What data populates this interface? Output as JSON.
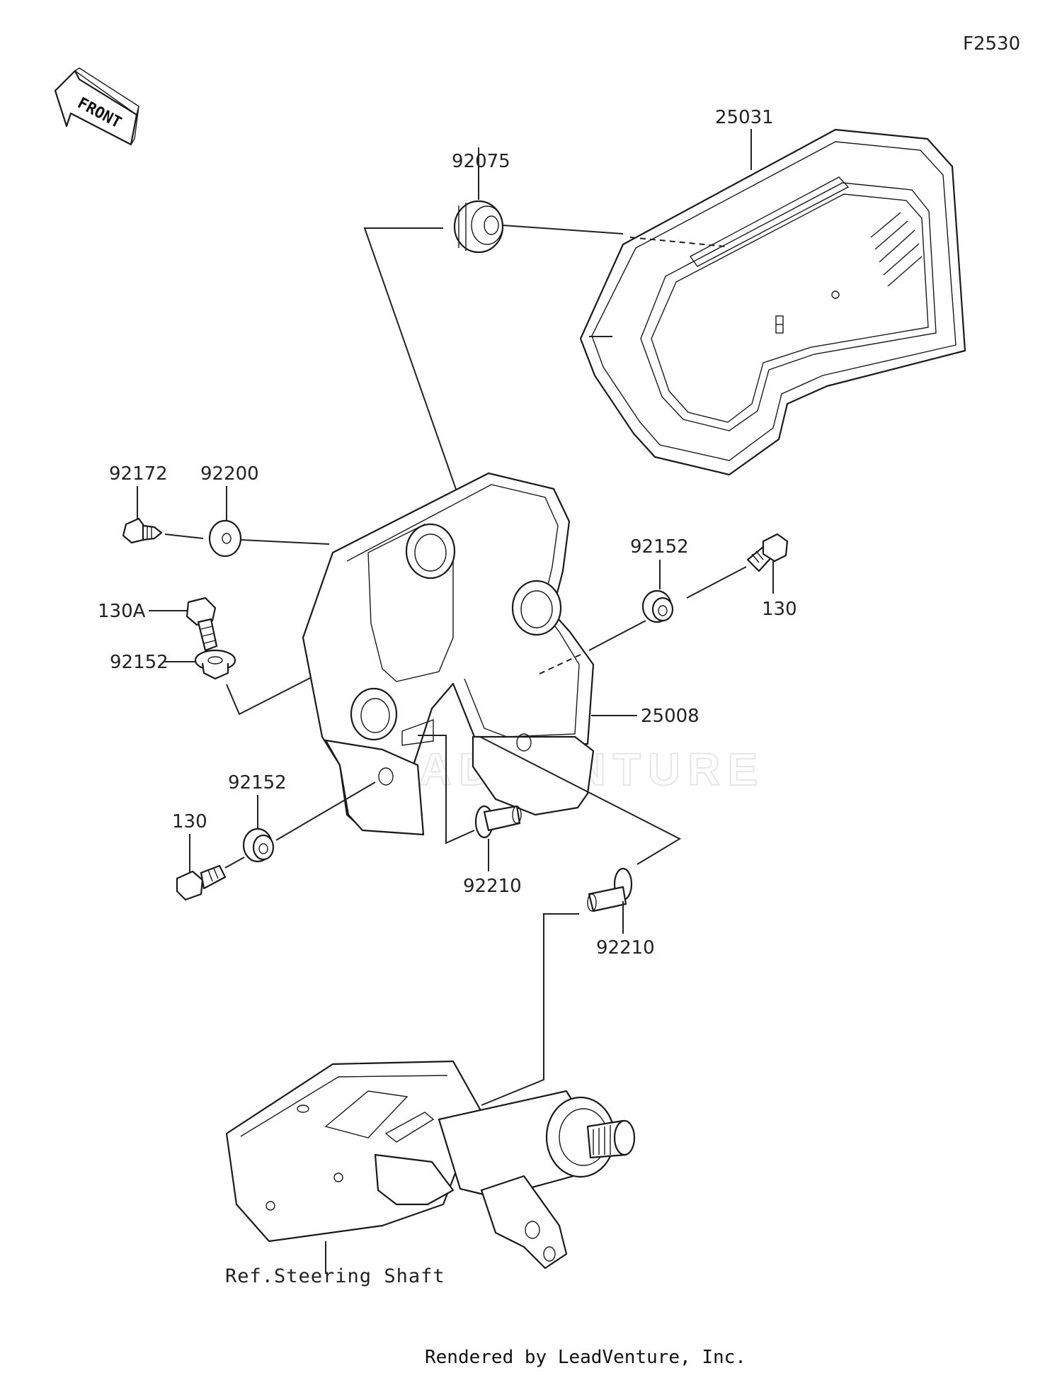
{
  "figure_code": "F2530",
  "front_label": "FRONT",
  "watermark": "LEADVENTURE",
  "parts": {
    "p25031": "25031",
    "p92075": "92075",
    "p92172": "92172",
    "p92200": "92200",
    "p130A": "130A",
    "p92152_left": "92152",
    "p92152_right": "92152",
    "p130_right": "130",
    "p25008": "25008",
    "p92152_lower": "92152",
    "p130_lower": "130",
    "p92210_center": "92210",
    "p92210_right": "92210"
  },
  "reference_label": "Ref.Steering Shaft",
  "footer": "Rendered by LeadVenture, Inc."
}
